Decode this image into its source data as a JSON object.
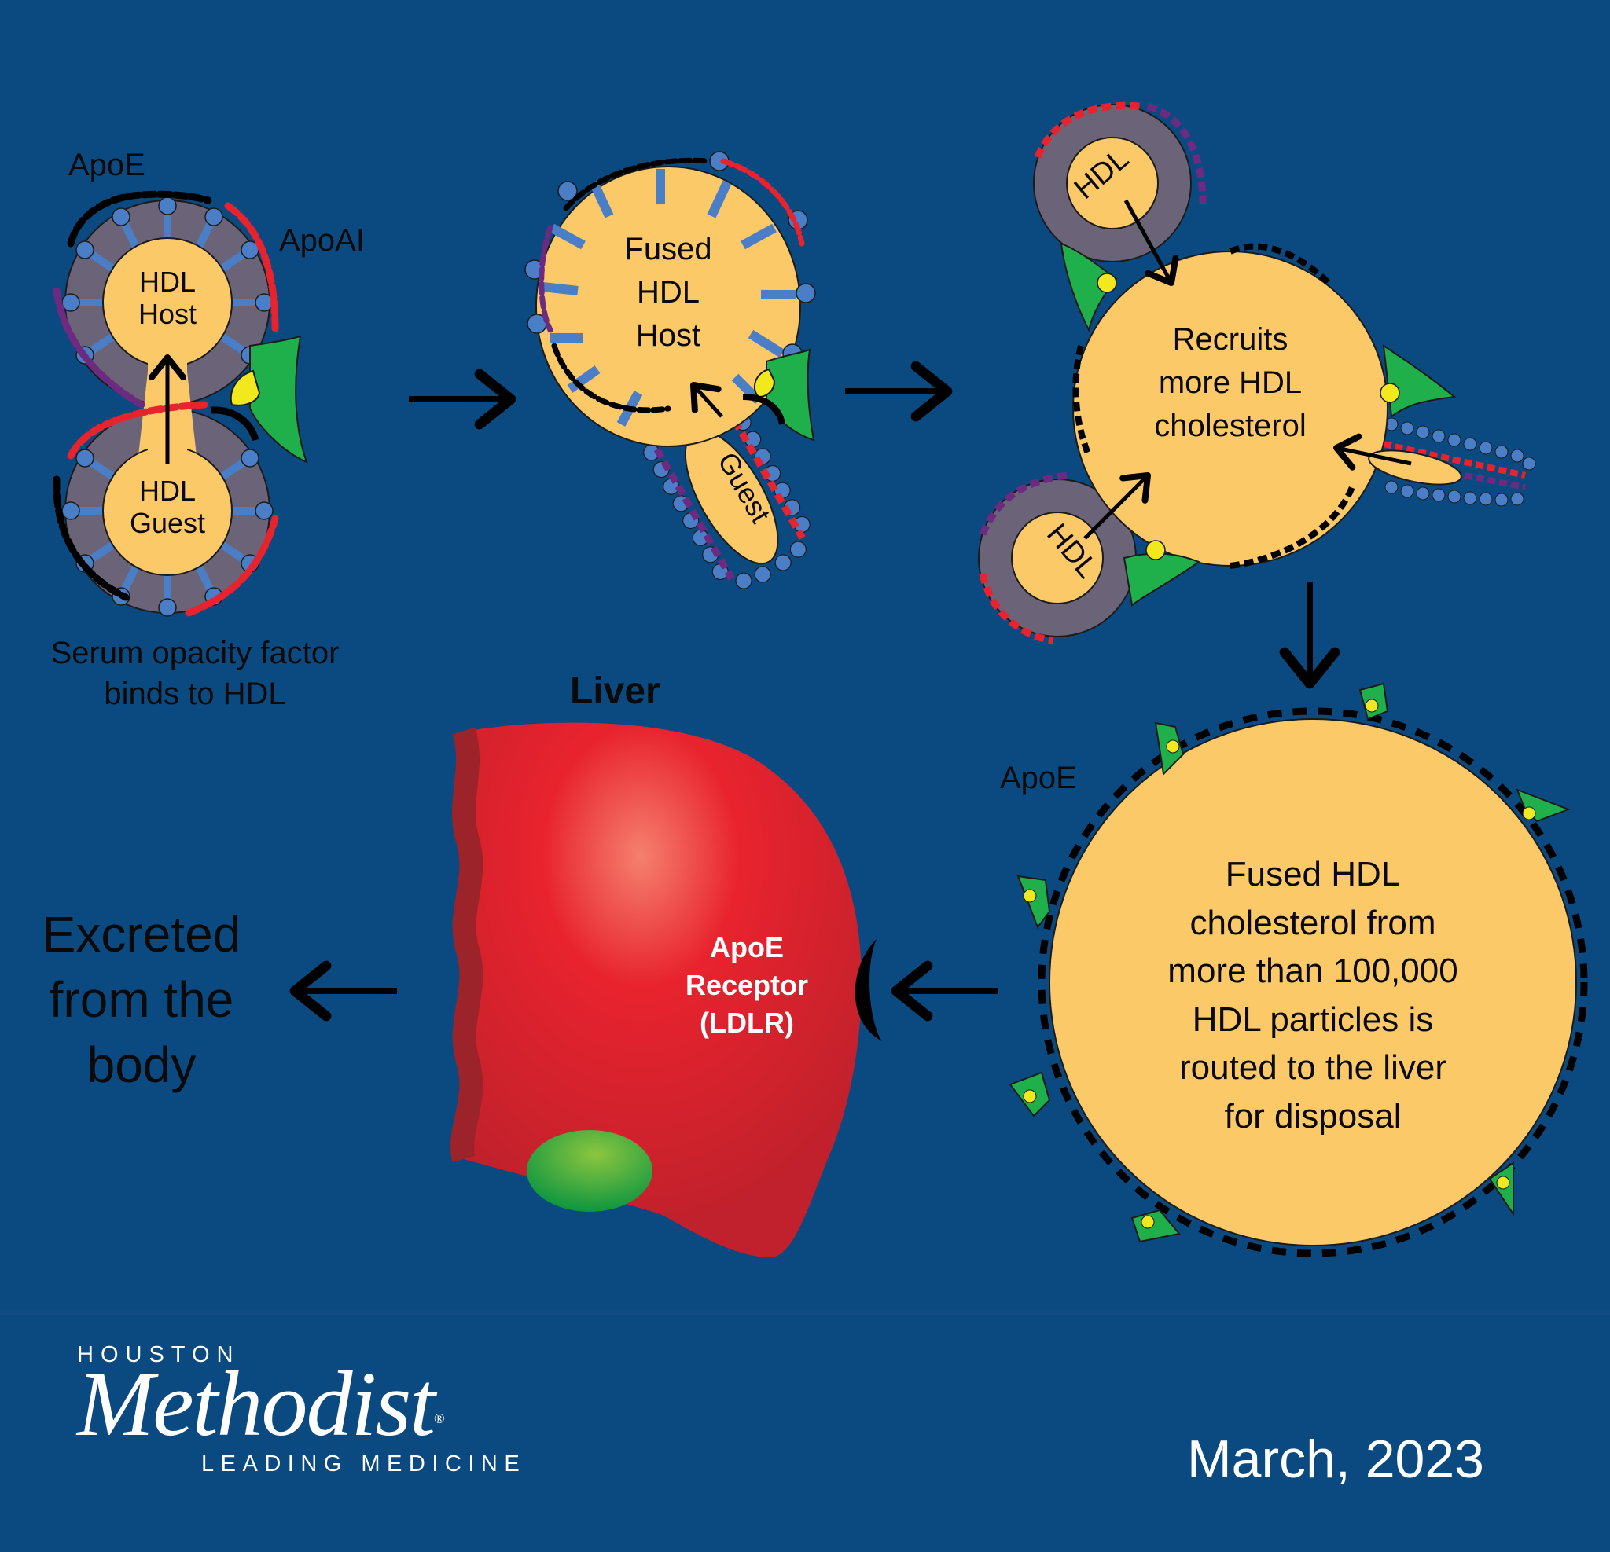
{
  "diagram": {
    "type": "process-flow",
    "background_color": "#0a4a80",
    "colors": {
      "core": "#fcc969",
      "shell": "#6b6479",
      "phospholipid": "#4a7ec7",
      "apoE": "#000000",
      "apoAI": "#e8232e",
      "purple_protein": "#6c2a80",
      "sof_green": "#1fb04c",
      "sof_yellow": "#f2e81e",
      "liver_red": "#e41f27",
      "gallbladder_green": "#3fb549"
    },
    "steps": [
      {
        "id": "step1",
        "labels": {
          "apoE": "ApoE",
          "apoAI": "ApoAI",
          "host": [
            "HDL",
            "Host"
          ],
          "guest": [
            "HDL",
            "Guest"
          ]
        },
        "caption": [
          "Serum opacity factor",
          "binds to HDL"
        ]
      },
      {
        "id": "step2",
        "labels": {
          "fused_host": [
            "Fused",
            "HDL",
            "Host"
          ],
          "guest": "Guest"
        }
      },
      {
        "id": "step3",
        "labels": {
          "hdl_top": "HDL",
          "hdl_bottom": "HDL",
          "center": [
            "Recruits",
            "more HDL",
            "cholesterol"
          ]
        }
      },
      {
        "id": "step4",
        "labels": {
          "apoE": "ApoE",
          "center": [
            "Fused HDL",
            "cholesterol from",
            "more than 100,000",
            "HDL particles is",
            "routed to the liver",
            "for disposal"
          ]
        }
      },
      {
        "id": "step5",
        "labels": {
          "title": "Liver",
          "receptor": [
            "ApoE",
            "Receptor",
            "(LDLR)"
          ]
        }
      },
      {
        "id": "step6",
        "labels": {
          "excreted": [
            "Excreted",
            "from the",
            "body"
          ]
        }
      }
    ],
    "arrows": [
      {
        "from": "step1",
        "to": "step2",
        "direction": "right"
      },
      {
        "from": "step2",
        "to": "step3",
        "direction": "right"
      },
      {
        "from": "step3",
        "to": "step4",
        "direction": "down"
      },
      {
        "from": "step4",
        "to": "step5",
        "direction": "left"
      },
      {
        "from": "step5",
        "to": "step6",
        "direction": "left"
      }
    ]
  },
  "footer": {
    "logo": {
      "top": "HOUSTON",
      "name": "Methodist",
      "registered": "®",
      "tagline": "LEADING MEDICINE"
    },
    "date": "March, 2023"
  }
}
